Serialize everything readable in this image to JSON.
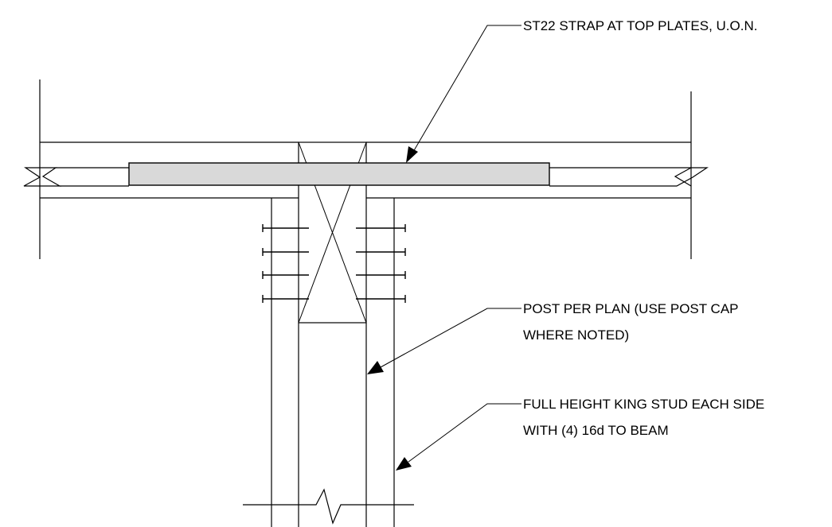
{
  "notes": {
    "strap": {
      "lines": [
        "ST22 STRAP AT TOP PLATES, U.O.N."
      ]
    },
    "post": {
      "lines": [
        "POST PER PLAN (USE POST CAP",
        "WHERE NOTED)"
      ]
    },
    "king_stud": {
      "lines": [
        "FULL HEIGHT KING STUD EACH SIDE",
        "WITH (4) 16d TO BEAM"
      ]
    }
  },
  "colors": {
    "line": "#000000",
    "strap_fill": "#d9d9d9",
    "background": "#ffffff"
  }
}
